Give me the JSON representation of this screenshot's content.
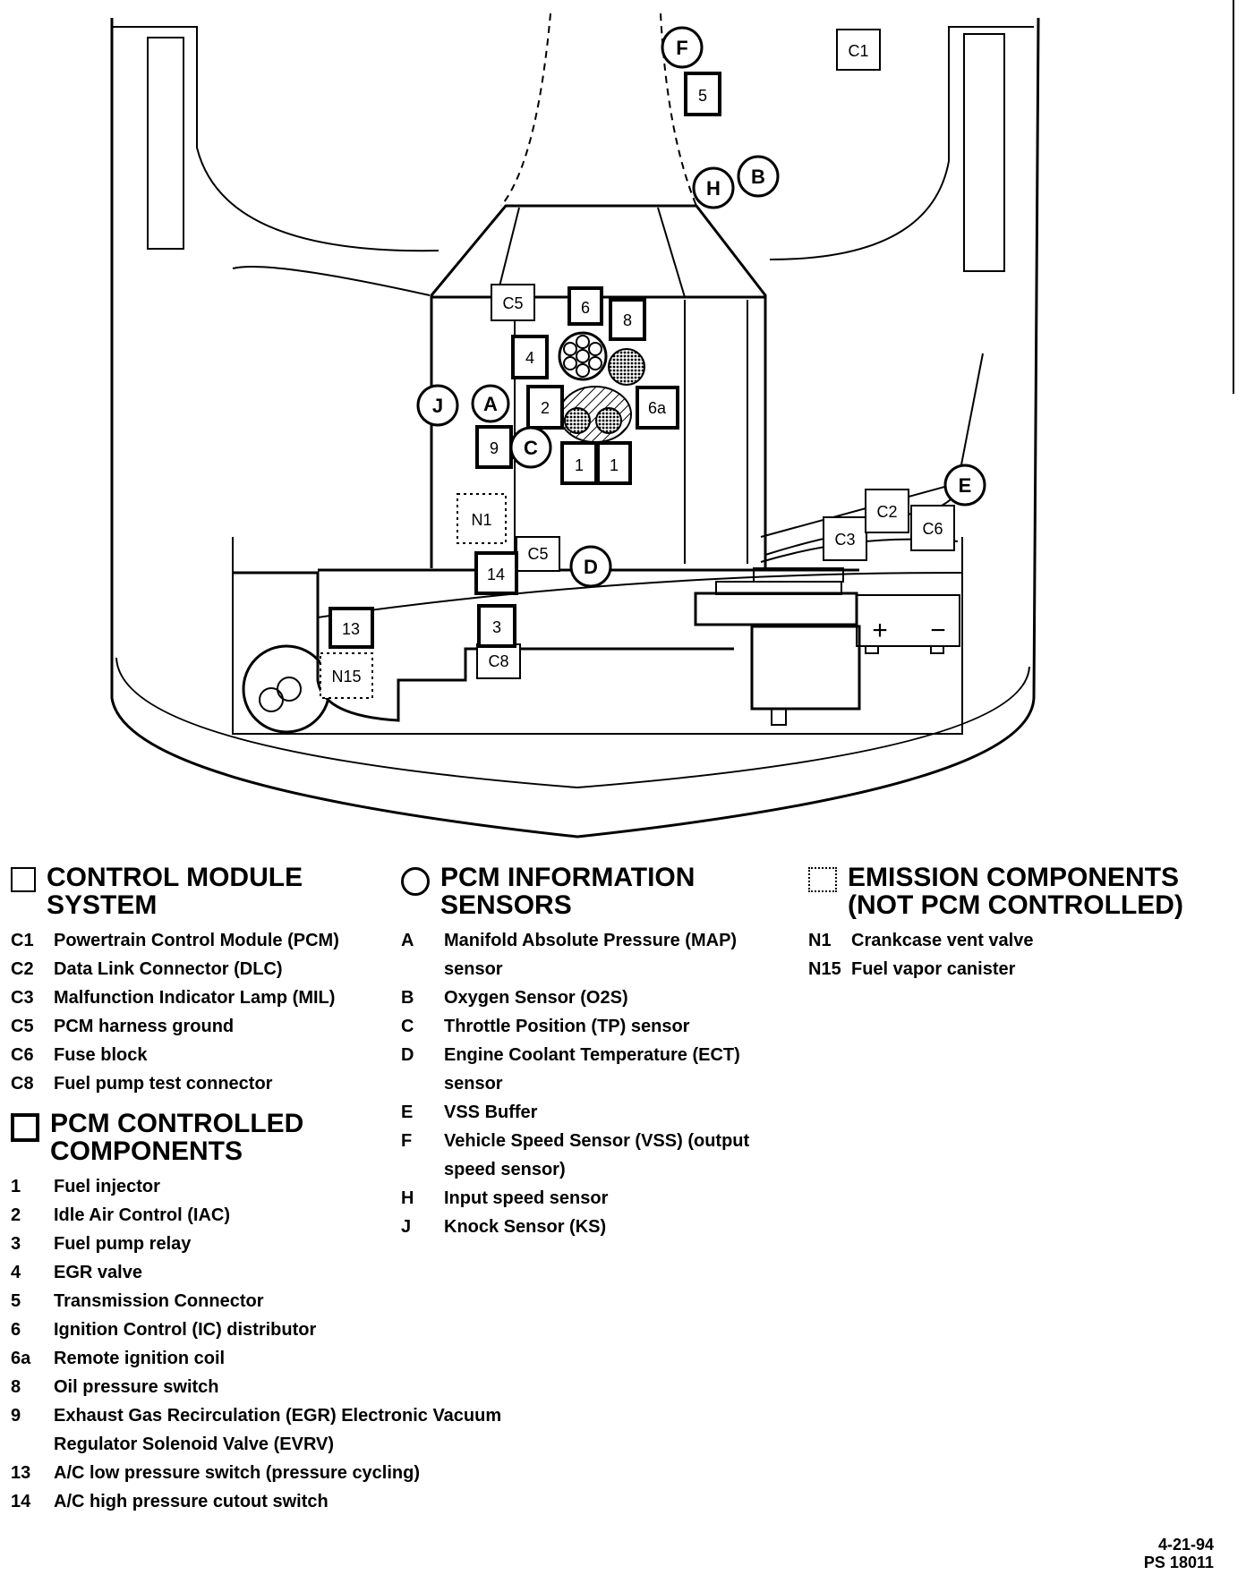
{
  "diagram": {
    "labels": {
      "C1": "C1",
      "C2": "C2",
      "C3": "C3",
      "C5": "C5",
      "C6": "C6",
      "C8": "C8",
      "p1": "1",
      "p2": "2",
      "p3": "3",
      "p4": "4",
      "p5": "5",
      "p6": "6",
      "p6a": "6a",
      "p8": "8",
      "p9": "9",
      "p13": "13",
      "p14": "14",
      "A": "A",
      "B": "B",
      "C": "C",
      "D": "D",
      "E": "E",
      "F": "F",
      "H": "H",
      "J": "J",
      "N1": "N1",
      "N15": "N15",
      "plus": "+",
      "minus": "−"
    }
  },
  "legend": {
    "control_module": {
      "title_line1": "CONTROL MODULE",
      "title_line2": "SYSTEM",
      "items": [
        {
          "code": "C1",
          "desc": "Powertrain Control Module (PCM)"
        },
        {
          "code": "C2",
          "desc": "Data Link Connector (DLC)"
        },
        {
          "code": "C3",
          "desc": "Malfunction Indicator Lamp (MIL)"
        },
        {
          "code": "C5",
          "desc": "PCM harness ground"
        },
        {
          "code": "C6",
          "desc": "Fuse block"
        },
        {
          "code": "C8",
          "desc": "Fuel pump test connector"
        }
      ]
    },
    "pcm_controlled": {
      "title_line1": "PCM CONTROLLED",
      "title_line2": "COMPONENTS",
      "items": [
        {
          "code": "1",
          "desc": "Fuel injector"
        },
        {
          "code": "2",
          "desc": "Idle Air Control (IAC)"
        },
        {
          "code": "3",
          "desc": "Fuel pump relay"
        },
        {
          "code": "4",
          "desc": "EGR valve"
        },
        {
          "code": "5",
          "desc": "Transmission Connector"
        },
        {
          "code": "6",
          "desc": "Ignition Control (IC) distributor"
        },
        {
          "code": "6a",
          "desc": "Remote ignition coil"
        },
        {
          "code": "8",
          "desc": "Oil pressure switch"
        },
        {
          "code": "9",
          "desc": "Exhaust Gas Recirculation (EGR) Electronic Vacuum"
        },
        {
          "code": "",
          "desc": "Regulator Solenoid Valve (EVRV)"
        },
        {
          "code": "13",
          "desc": "A/C low pressure switch (pressure cycling)"
        },
        {
          "code": "14",
          "desc": "A/C high pressure cutout switch"
        }
      ]
    },
    "sensors": {
      "title_line1": "PCM INFORMATION",
      "title_line2": "SENSORS",
      "items": [
        {
          "code": "A",
          "desc": "Manifold Absolute Pressure (MAP)"
        },
        {
          "code": "",
          "desc": "sensor"
        },
        {
          "code": "B",
          "desc": "Oxygen Sensor (O2S)"
        },
        {
          "code": "C",
          "desc": "Throttle Position (TP) sensor"
        },
        {
          "code": "D",
          "desc": "Engine Coolant Temperature (ECT)"
        },
        {
          "code": "",
          "desc": "sensor"
        },
        {
          "code": "E",
          "desc": "VSS Buffer"
        },
        {
          "code": "F",
          "desc": "Vehicle Speed Sensor (VSS) (output"
        },
        {
          "code": "",
          "desc": "speed sensor)"
        },
        {
          "code": "H",
          "desc": "Input speed sensor"
        },
        {
          "code": "J",
          "desc": "Knock Sensor (KS)"
        }
      ]
    },
    "emission": {
      "title_line1": "EMISSION COMPONENTS",
      "title_line2": "(NOT PCM CONTROLLED)",
      "items": [
        {
          "code": "N1",
          "desc": "Crankcase vent valve"
        },
        {
          "code": "N15",
          "desc": "Fuel vapor canister"
        }
      ]
    }
  },
  "footer": {
    "date": "4-21-94",
    "ref": "PS 18011"
  }
}
